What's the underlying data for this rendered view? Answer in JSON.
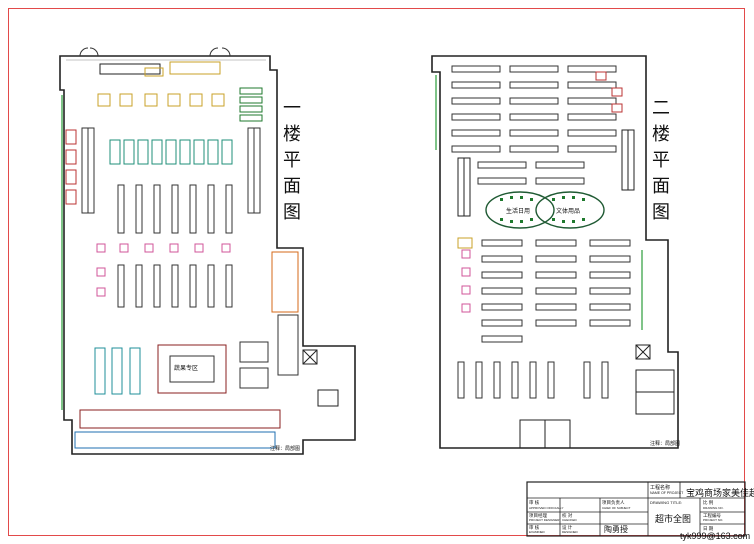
{
  "floor1": {
    "title_chars": [
      "一",
      "楼",
      "平",
      "面",
      "图"
    ],
    "zone_label": "蔬果专区",
    "footer_note": "注释：局部图"
  },
  "floor2": {
    "title_chars": [
      "二",
      "楼",
      "平",
      "面",
      "图"
    ],
    "zone_labels": [
      "生活日用",
      "文体用品"
    ],
    "footer_note": "注释：局部图"
  },
  "title_block": {
    "project_label": "工程名称",
    "project_label_en": "NAME OF PROJECT",
    "project_name": "宝鸡商场家美佳超市",
    "drawing_label": "DRAWING TITLE:",
    "drawing_name": "超市全图",
    "approved_label": "审 核",
    "approved_en": "APPROVED OFFICIALLY",
    "chief_label": "项目负责人",
    "chief_en": "CHIEF OF SUBJECT",
    "designer_label": "项目经理",
    "designer_en": "PROJECT DESIGNER",
    "checked_label": "校 对",
    "checked_en": "CHECKED",
    "examined_label": "审 核",
    "examined_en": "EXAMINED",
    "designed_label": "设 计",
    "designed_en": "DESIGNED",
    "designer_name": "陶勇授",
    "scale_label": "比 例",
    "drawing_no_label": "DRAWING NO.",
    "project_no_label": "工程编号",
    "project_no_en": "PROJECT NO.",
    "date_label": "日 期"
  },
  "email": "tyk999@163.com"
}
